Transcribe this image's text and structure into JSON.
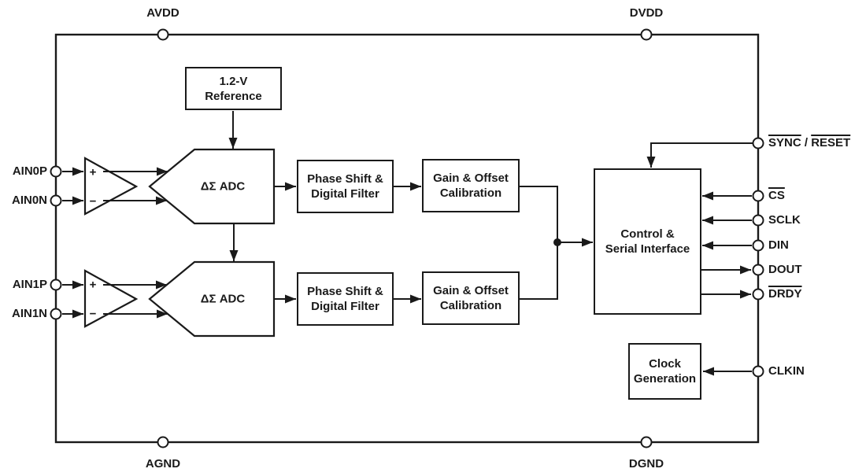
{
  "blocks": {
    "reference": {
      "line1": "1.2-V",
      "line2": "Reference"
    },
    "adc_ch0": {
      "label": "ΔΣ ADC"
    },
    "phase_filter_ch0": {
      "line1": "Phase Shift &",
      "line2": "Digital Filter"
    },
    "gain_cal_ch0": {
      "line1": "Gain & Offset",
      "line2": "Calibration"
    },
    "adc_ch1": {
      "label": "ΔΣ ADC"
    },
    "phase_filter_ch1": {
      "line1": "Phase Shift &",
      "line2": "Digital Filter"
    },
    "gain_cal_ch1": {
      "line1": "Gain & Offset",
      "line2": "Calibration"
    },
    "control_serial": {
      "line1": "Control &",
      "line2": "Serial Interface"
    },
    "clock_gen": {
      "line1": "Clock",
      "line2": "Generation"
    }
  },
  "amplifiers": {
    "ch0": {
      "plus": "+",
      "minus": "−"
    },
    "ch1": {
      "plus": "+",
      "minus": "−"
    }
  },
  "pins": {
    "top": {
      "avdd": "AVDD",
      "dvdd": "DVDD"
    },
    "bottom": {
      "agnd": "AGND",
      "dgnd": "DGND"
    },
    "left": {
      "ain0p": "AIN0P",
      "ain0n": "AIN0N",
      "ain1p": "AIN1P",
      "ain1n": "AIN1N"
    },
    "right": {
      "sync_reset": {
        "word1": "SYNC",
        "separator": " / ",
        "word2": "RESET"
      },
      "cs": "CS",
      "sclk": "SCLK",
      "din": "DIN",
      "dout": "DOUT",
      "drdy": "DRDY",
      "clkin": "CLKIN"
    }
  },
  "colors": {
    "line": "#1a1a1a",
    "background": "#ffffff"
  }
}
